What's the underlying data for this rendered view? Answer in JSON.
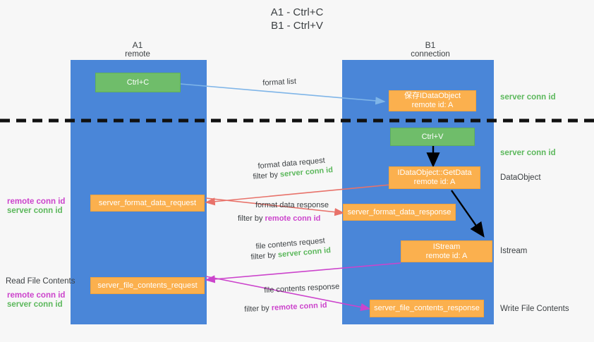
{
  "title": {
    "line1": "A1 - Ctrl+C",
    "line2": "B1 - Ctrl+V"
  },
  "columns": [
    {
      "name": "A1",
      "sub": "remote"
    },
    {
      "name": "B1",
      "sub": "connection"
    }
  ],
  "colors": {
    "lane": "#4a86d8",
    "orange": "#fbb04e",
    "green_box": "#6fbd6a",
    "green_text": "#5cb85c",
    "magenta_text": "#cc44cc",
    "blue_arrow": "#7fb5e8",
    "red_arrow": "#e8726a",
    "magenta_arrow": "#cc44cc",
    "black": "#000000",
    "background": "#f7f7f7"
  },
  "boxes": {
    "ctrl_c": "Ctrl+C",
    "ctrl_v": "Ctrl+V",
    "idataobject": {
      "line1": "保存IDataObject",
      "line2": "remote id: A"
    },
    "getdata": {
      "line1": "IDataObject::GetData",
      "line2": "remote id: A"
    },
    "istream": {
      "line1": "IStream",
      "line2": "remote id: A"
    },
    "server_format_data_request": "server_format_data_request",
    "server_format_data_response": "server_format_data_response",
    "server_file_contents_request": "server_file_contents_request",
    "server_file_contents_response": "server_file_contents_response"
  },
  "right_labels": {
    "server_conn_id_top": "server conn id",
    "server_conn_id_mid": "server conn id",
    "dataobject": "DataObject",
    "istream": "Istream",
    "write_file_contents": "Write File Contents"
  },
  "left_labels": {
    "remote_conn_id_1": "remote conn id",
    "server_conn_id_1": "server conn id",
    "read_file_contents": "Read File Contents",
    "remote_conn_id_2": "remote conn id",
    "server_conn_id_2": "server conn id"
  },
  "arrow_labels": {
    "format_list": "format list",
    "format_data_request": "format data request",
    "format_data_request_filter_prefix": "filter by ",
    "format_data_request_filter_value": "server conn id",
    "format_data_response": "format data response",
    "format_data_response_filter_prefix": "filter by ",
    "format_data_response_filter_value": "remote conn id",
    "file_contents_request": "file contents request",
    "file_contents_request_filter_prefix": "filter by ",
    "file_contents_request_filter_value": "server conn id",
    "file_contents_response": "file contents response",
    "file_contents_response_filter_prefix": "filter by ",
    "file_contents_response_filter_value": "remote conn id"
  }
}
